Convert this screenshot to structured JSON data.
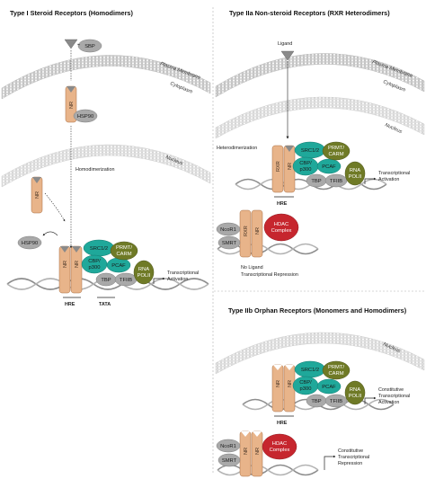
{
  "panels": {
    "type1": {
      "title": "Type I Steroid Receptors (Homodimers)",
      "sbp": "SBP",
      "plasma_membrane": "Plasma Membrane",
      "cytoplasm": "Cytoplasm",
      "nucleus": "Nucleus",
      "nr": "NR",
      "hsp90": "HSP90",
      "homodimerization": "Homodimerization",
      "hre": "HRE",
      "tata": "TATA",
      "src": "SRC1/2",
      "prmt": "PRMT/",
      "carm": "CARM",
      "cbp": "CBP/",
      "p300": "p300",
      "pcaf": "PCAF",
      "tbp": "TBP",
      "tfiib": "TFIIB",
      "rna": "RNA",
      "polii": "POLII",
      "transcriptional": "Transcriptional",
      "activation": "Activation"
    },
    "type2a": {
      "title": "Type IIa Non-steroid Receptors (RXR Heterodimers)",
      "ligand": "Ligand",
      "plasma_membrane": "Plasma Membrane",
      "cytoplasm": "Cytoplasm",
      "nucleus": "Nucleus",
      "heterodimerization": "Heterodimerization",
      "rxr": "RXR",
      "nr": "NR",
      "hre": "HRE",
      "src": "SRC1/2",
      "prmt": "PRMT/",
      "carm": "CARM",
      "cbp": "CBP/",
      "p300": "p300",
      "pcaf": "PCAF",
      "tbp": "TBP",
      "tfiib": "TFIIB",
      "rna": "RNA",
      "polii": "POLII",
      "transcriptional": "Transcriptional",
      "activation": "Activation",
      "ncor": "NcoR1",
      "smrt": "SMRT",
      "hdac": "HDAC",
      "complex": "Complex",
      "no_ligand": "No Ligand",
      "repression": "Transcriptional Repression"
    },
    "type2b": {
      "title": "Type IIb Orphan Receptors (Monomers and Homodimers)",
      "nucleus": "Nucleus",
      "nr": "NR",
      "hre": "HRE",
      "src": "SRC1/2",
      "prmt": "PRMT/",
      "carm": "CARM",
      "cbp": "CBP/",
      "p300": "p300",
      "pcaf": "PCAF",
      "tbp": "TBP",
      "tfiib": "TFIIB",
      "rna": "RNA",
      "polii": "POLII",
      "constitutive": "Constitutive",
      "transcriptional": "Transcriptional",
      "activation": "Activation",
      "ncor": "NcoR1",
      "smrt": "SMRT",
      "hdac": "HDAC",
      "complex": "Complex",
      "constitutive2": "Constitutive",
      "transcriptional2": "Transcriptional",
      "repression": "Repression"
    }
  },
  "colors": {
    "receptor": "#e8b48a",
    "teal": "#1fa89a",
    "olive": "#6f7a26",
    "gray": "#a9a9a9",
    "hdac": "#c6262e",
    "membrane": "#c4c4c4"
  }
}
